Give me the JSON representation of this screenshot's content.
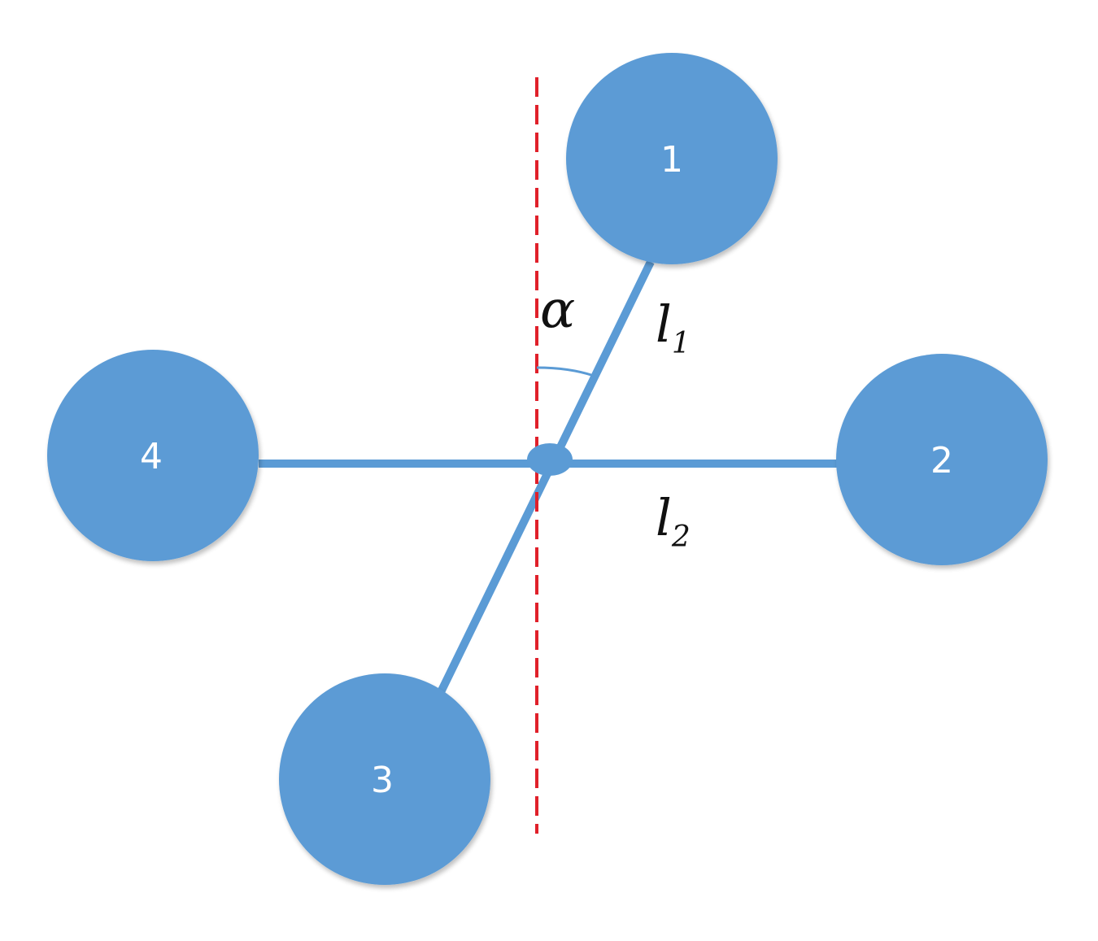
{
  "diagram": {
    "nodes": [
      {
        "id": "1",
        "label": "1"
      },
      {
        "id": "2",
        "label": "2"
      },
      {
        "id": "3",
        "label": "3"
      },
      {
        "id": "4",
        "label": "4"
      }
    ],
    "angle_label": "α",
    "arm1_label": {
      "base": "l",
      "sub": "1"
    },
    "arm2_label": {
      "base": "l",
      "sub": "2"
    }
  },
  "colors": {
    "node_fill": "#5b9bd5",
    "arm": "#5b9bd5",
    "reference_line": "#e0202a"
  }
}
